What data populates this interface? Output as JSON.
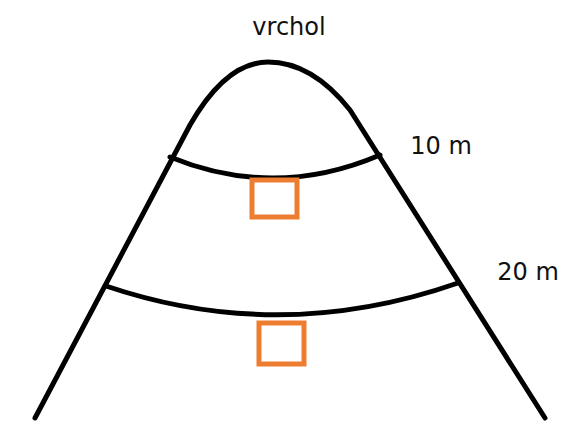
{
  "diagram": {
    "labels": [
      "vrchol",
      "10 m",
      "20 m"
    ]
  }
}
